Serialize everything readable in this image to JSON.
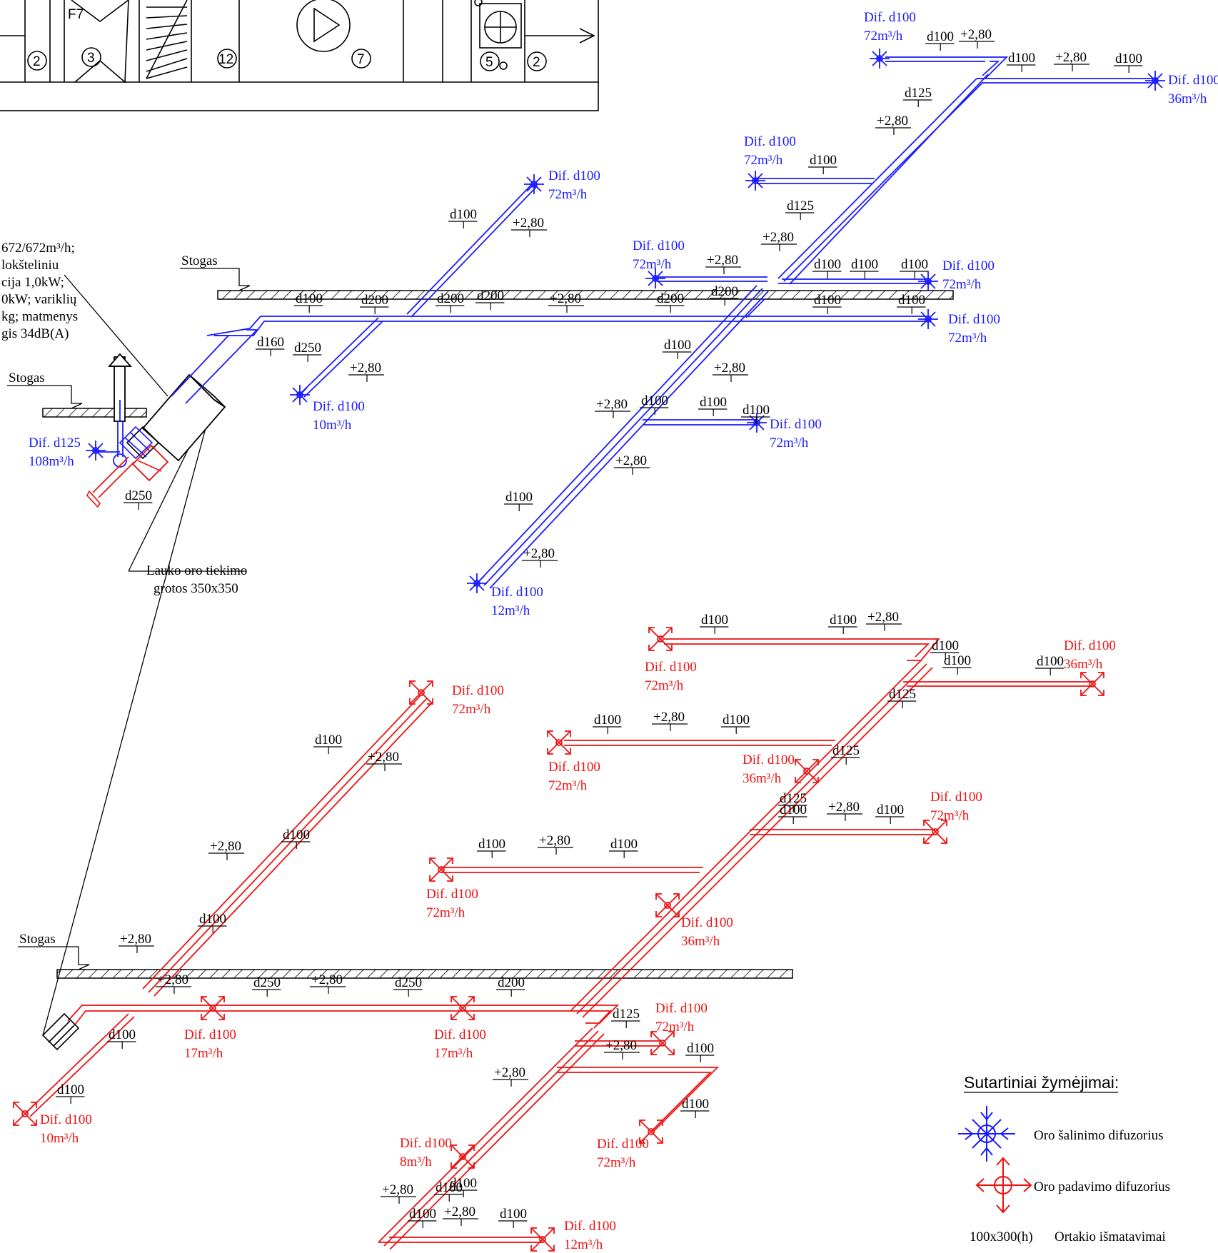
{
  "ahu": {
    "section_labels": [
      "2",
      "3",
      "12",
      "7",
      "5",
      "2"
    ],
    "filter_class": "F7"
  },
  "unit_note": [
    "672/672m³/h;",
    "lokšteliniu",
    "cija 1,0kW;",
    "0kW; variklių",
    "kg; matmenys",
    "gis 34dB(A)"
  ],
  "roof_labels": {
    "top": "Stogas",
    "left": "Stogas",
    "bottom": "Stogas"
  },
  "grille_note": [
    "Lauko oro tiekimo",
    "grotos 350x350"
  ],
  "exhaust": {
    "diffusers": [
      {
        "name": "Dif. d100",
        "flow": "72m³/h"
      },
      {
        "name": "Dif. d100",
        "flow": "36m³/h"
      },
      {
        "name": "Dif. d100",
        "flow": "72m³/h"
      },
      {
        "name": "Dif. d100",
        "flow": "72m³/h"
      },
      {
        "name": "Dif. d100",
        "flow": "72m³/h"
      },
      {
        "name": "Dif. d100",
        "flow": "72m³/h"
      },
      {
        "name": "Dif. d100",
        "flow": "72m³/h"
      },
      {
        "name": "Dif. d100",
        "flow": "10m³/h"
      },
      {
        "name": "Dif. d100",
        "flow": "72m³/h"
      },
      {
        "name": "Dif. d100",
        "flow": "12m³/h"
      },
      {
        "name": "Dif. d125",
        "flow": "108m³/h"
      }
    ],
    "labels": [
      "d100",
      "+2,80",
      "d100",
      "+2,80",
      "d100",
      "d125",
      "+2,80",
      "d100",
      "d125",
      "+2,80",
      "d100",
      "d100",
      "d100",
      "+2,80",
      "d100",
      "d100",
      "d100",
      "d200",
      "d200",
      "d200",
      "+2,80",
      "d200",
      "d200",
      "d160",
      "d250",
      "+2,80",
      "d100",
      "+2,80",
      "d100",
      "+2,80",
      "+2,80",
      "d100",
      "d100",
      "+2,80",
      "d100",
      "+2,80",
      "d100"
    ]
  },
  "supply": {
    "diffusers": [
      {
        "name": "Dif. d100",
        "flow": "72m³/h"
      },
      {
        "name": "Dif. d100",
        "flow": "36m³/h"
      },
      {
        "name": "Dif. d100",
        "flow": "72m³/h"
      },
      {
        "name": "Dif. d100",
        "flow": "72m³/h"
      },
      {
        "name": "Dif. d100",
        "flow": "36m³/h"
      },
      {
        "name": "Dif. d100",
        "flow": "72m³/h"
      },
      {
        "name": "Dif. d100",
        "flow": "72m³/h"
      },
      {
        "name": "Dif. d100",
        "flow": "36m³/h"
      },
      {
        "name": "Dif. d100",
        "flow": "17m³/h"
      },
      {
        "name": "Dif. d100",
        "flow": "17m³/h"
      },
      {
        "name": "Dif. d100",
        "flow": "72m³/h"
      },
      {
        "name": "Dif. d100",
        "flow": "10m³/h"
      },
      {
        "name": "Dif. d100",
        "flow": "72m³/h"
      },
      {
        "name": "Dif. d100",
        "flow": "8m³/h"
      },
      {
        "name": "Dif. d100",
        "flow": "12m³/h"
      }
    ],
    "labels": [
      "d100",
      "d100",
      "+2,80",
      "d100",
      "d100",
      "d100",
      "d125",
      "d100",
      "+2,80",
      "d100",
      "d125",
      "d125",
      "d100",
      "+2,80",
      "d100",
      "d100",
      "+2,80",
      "d100",
      "d100",
      "+2,80",
      "d100",
      "+2,80",
      "d100",
      "+2,80",
      "d100",
      "+2,80",
      "d250",
      "+2,80",
      "d250",
      "d200",
      "d125",
      "+2,80",
      "d100",
      "d100",
      "d100",
      "+2,80",
      "d100",
      "+2,80",
      "d100",
      "+2,80",
      "d100",
      "d250",
      "d100"
    ]
  },
  "legend": {
    "title": "Sutartiniai žymėjimai:",
    "exhaust_label": "Oro šalinimo difuzorius",
    "supply_label": "Oro padavimo difuzorius",
    "size_example": "100x300(h)",
    "size_label": "Ortakio išmatavimai"
  },
  "colors": {
    "exhaust": "#1a1aff",
    "supply": "#ee1111",
    "line": "#000000"
  }
}
